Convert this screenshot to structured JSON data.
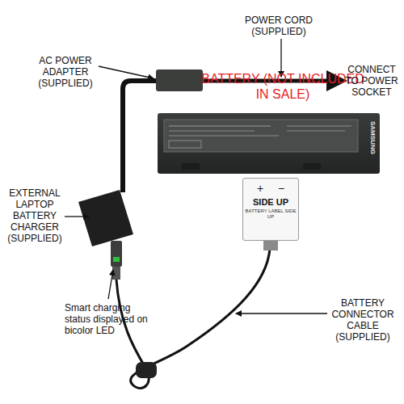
{
  "diagram": {
    "nodes": [
      {
        "text": [
          "BATTERY (NOT INCLUDED IN SALE)",
          "SAMSUNG"
        ]
      },
      {
        "text": [
          "+",
          "−",
          "SIDE UP",
          "BATTERY LABEL SIDE UP"
        ]
      }
    ],
    "labels": [
      "POWER CORD (SUPPLIED)",
      "AC POWER ADAPTER (SUPPLIED)",
      "CONNECT TO POWER SOCKET",
      "EXTERNAL LAPTOP BATTERY CHARGER (SUPPLIED)",
      "Smart charging status displayed on bicolor LED",
      "BATTERY CONNECTOR CABLE (SUPPLIED)"
    ]
  }
}
